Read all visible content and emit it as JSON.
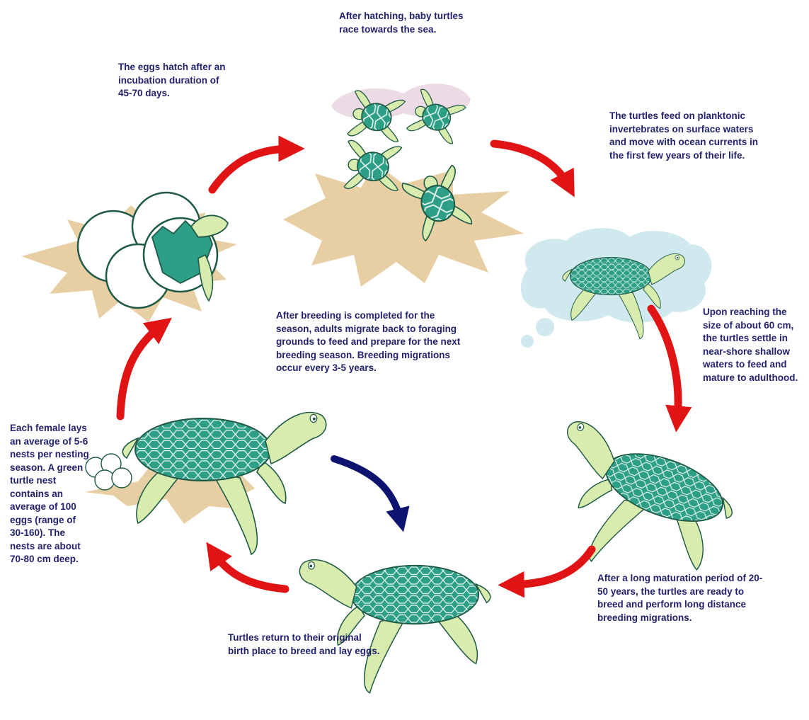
{
  "captions": {
    "eggs_hatch": "The eggs hatch after an\nincubation duration of\n45-70 days.",
    "race_to_sea": "After hatching, baby turtles\nrace towards the sea.",
    "feed_plankton": "The turtles feed on planktonic\ninvertebrates on surface waters\nand move with ocean currents in\nthe first few years of their life.",
    "settle_shallow": "Upon reaching the\nsize of about 60 cm,\nthe turtles settle in\nnear-shore shallow\nwaters to feed and\nmature to adulthood.",
    "migrate_back": "After breeding is completed for the\nseason, adults migrate back to foraging\ngrounds to feed and prepare for the next\nbreeding season. Breeding migrations\noccur every 3-5 years.",
    "nests": "Each female lays\nan average of 5-6\nnests per nesting\nseason. A green\nturtle nest\ncontains an\naverage of 100\neggs (range of\n30-160). The\nnests are about\n70-80 cm deep.",
    "maturation": "After a long maturation period of 20-\n50 years, the turtles are ready to\nbreed and perform long distance\nbreeding migrations.",
    "return_birthplace": "Turtles return to their original\nbirth place to breed and lay eggs."
  },
  "colors": {
    "caption_text": "#22226e",
    "cycle_arrow": "#e01414",
    "migration_arrow": "#0c1470",
    "sand": "#e8cfa3",
    "water_cloud": "#cfe9ee",
    "shell": "#2e9f87",
    "skin": "#d7ecad",
    "outline": "#1f5a46"
  }
}
